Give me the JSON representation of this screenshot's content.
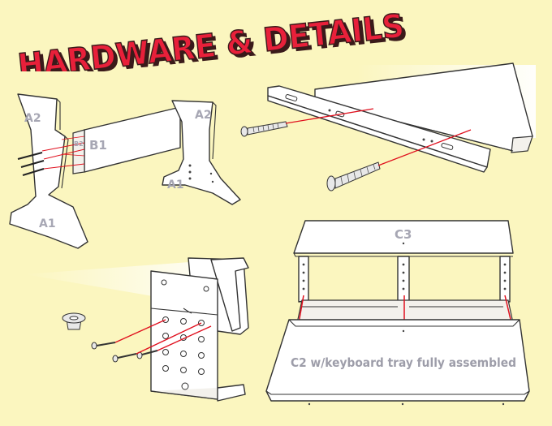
{
  "title": "HARDWARE & DETAILS",
  "colors": {
    "background": "#fbf6bf",
    "title_fill": "#e8203a",
    "title_shadow": "#3a1a1a",
    "guide_line": "#e0101e",
    "label": "#a7a7b4"
  },
  "labels": {
    "a2_left": "A2",
    "a1_left": "A1",
    "b1": "B1",
    "b2": "B2",
    "a2_right": "A2",
    "a1_right": "A1",
    "c3": "C3"
  },
  "caption": "C2 w/keyboard tray fully assembled"
}
